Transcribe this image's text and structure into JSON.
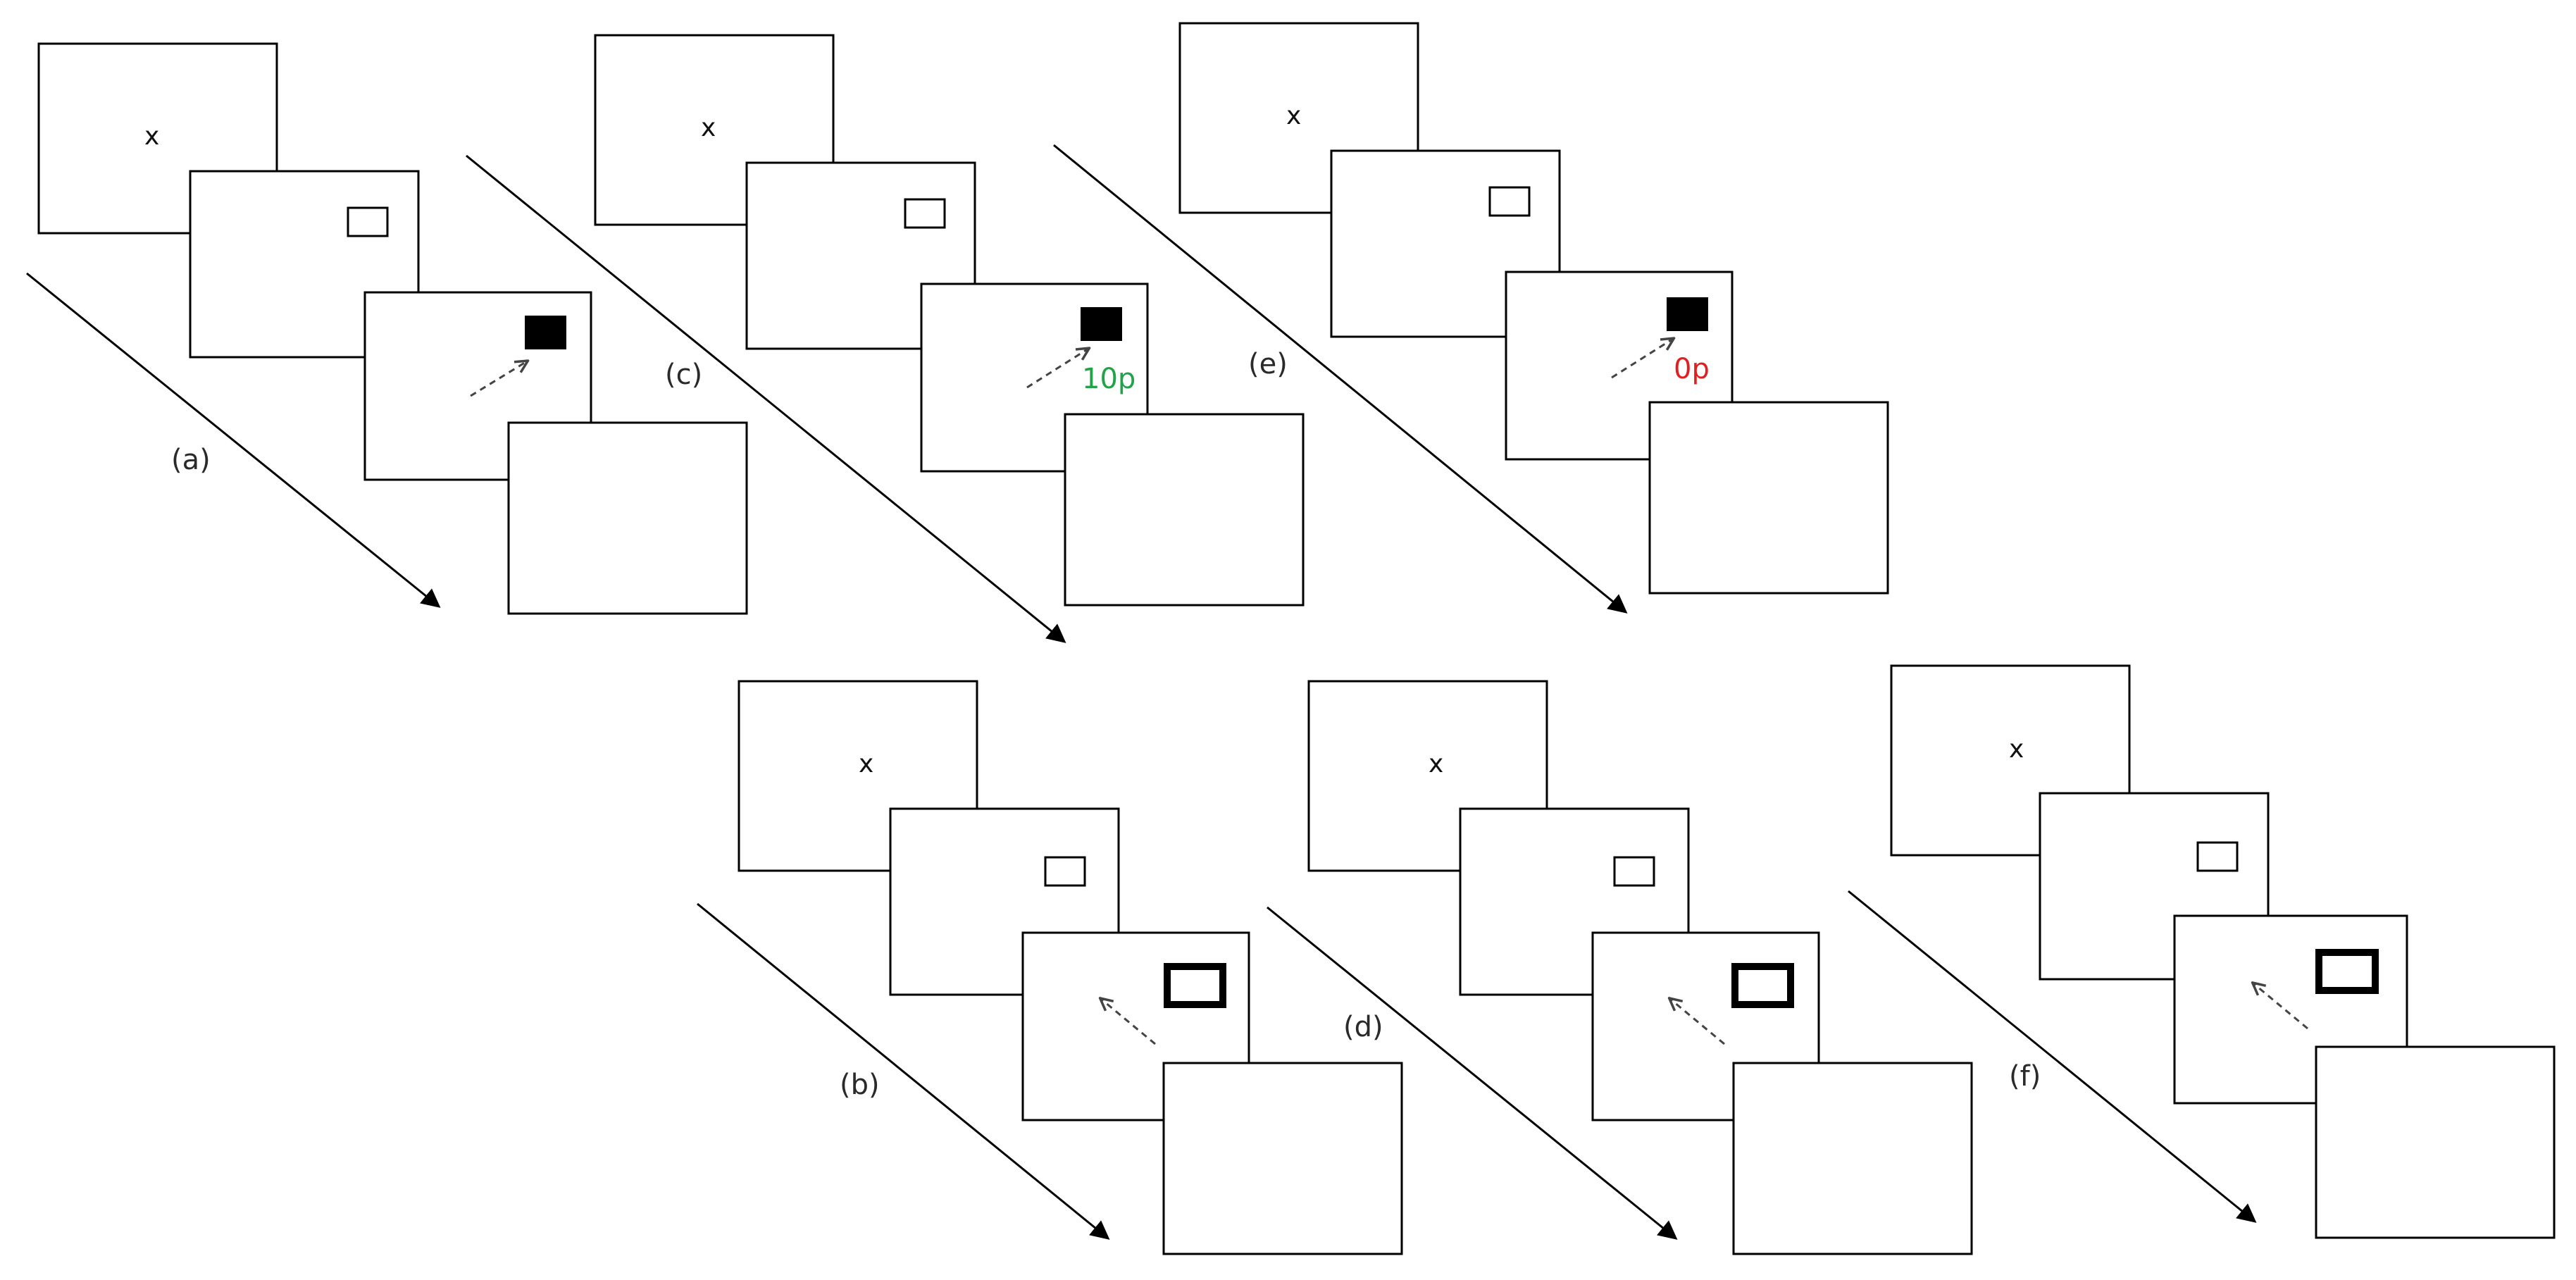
{
  "panels": {
    "a": {
      "label": "(a)",
      "fixation": "x",
      "target": "filled",
      "saccade": "toward",
      "feedback": ""
    },
    "b": {
      "label": "(b)",
      "fixation": "x",
      "target": "outline",
      "saccade": "away",
      "feedback": ""
    },
    "c": {
      "label": "(c)",
      "fixation": "x",
      "target": "filled",
      "saccade": "toward",
      "feedback": "10p"
    },
    "d": {
      "label": "(d)",
      "fixation": "x",
      "target": "outline",
      "saccade": "away",
      "feedback": ""
    },
    "e": {
      "label": "(e)",
      "fixation": "x",
      "target": "filled",
      "saccade": "toward",
      "feedback": "0p"
    },
    "f": {
      "label": "(f)",
      "fixation": "x",
      "target": "outline",
      "saccade": "away",
      "feedback": ""
    }
  },
  "colors": {
    "reward": "#22a34a",
    "no_reward": "#e02020",
    "ink": "#000000"
  }
}
